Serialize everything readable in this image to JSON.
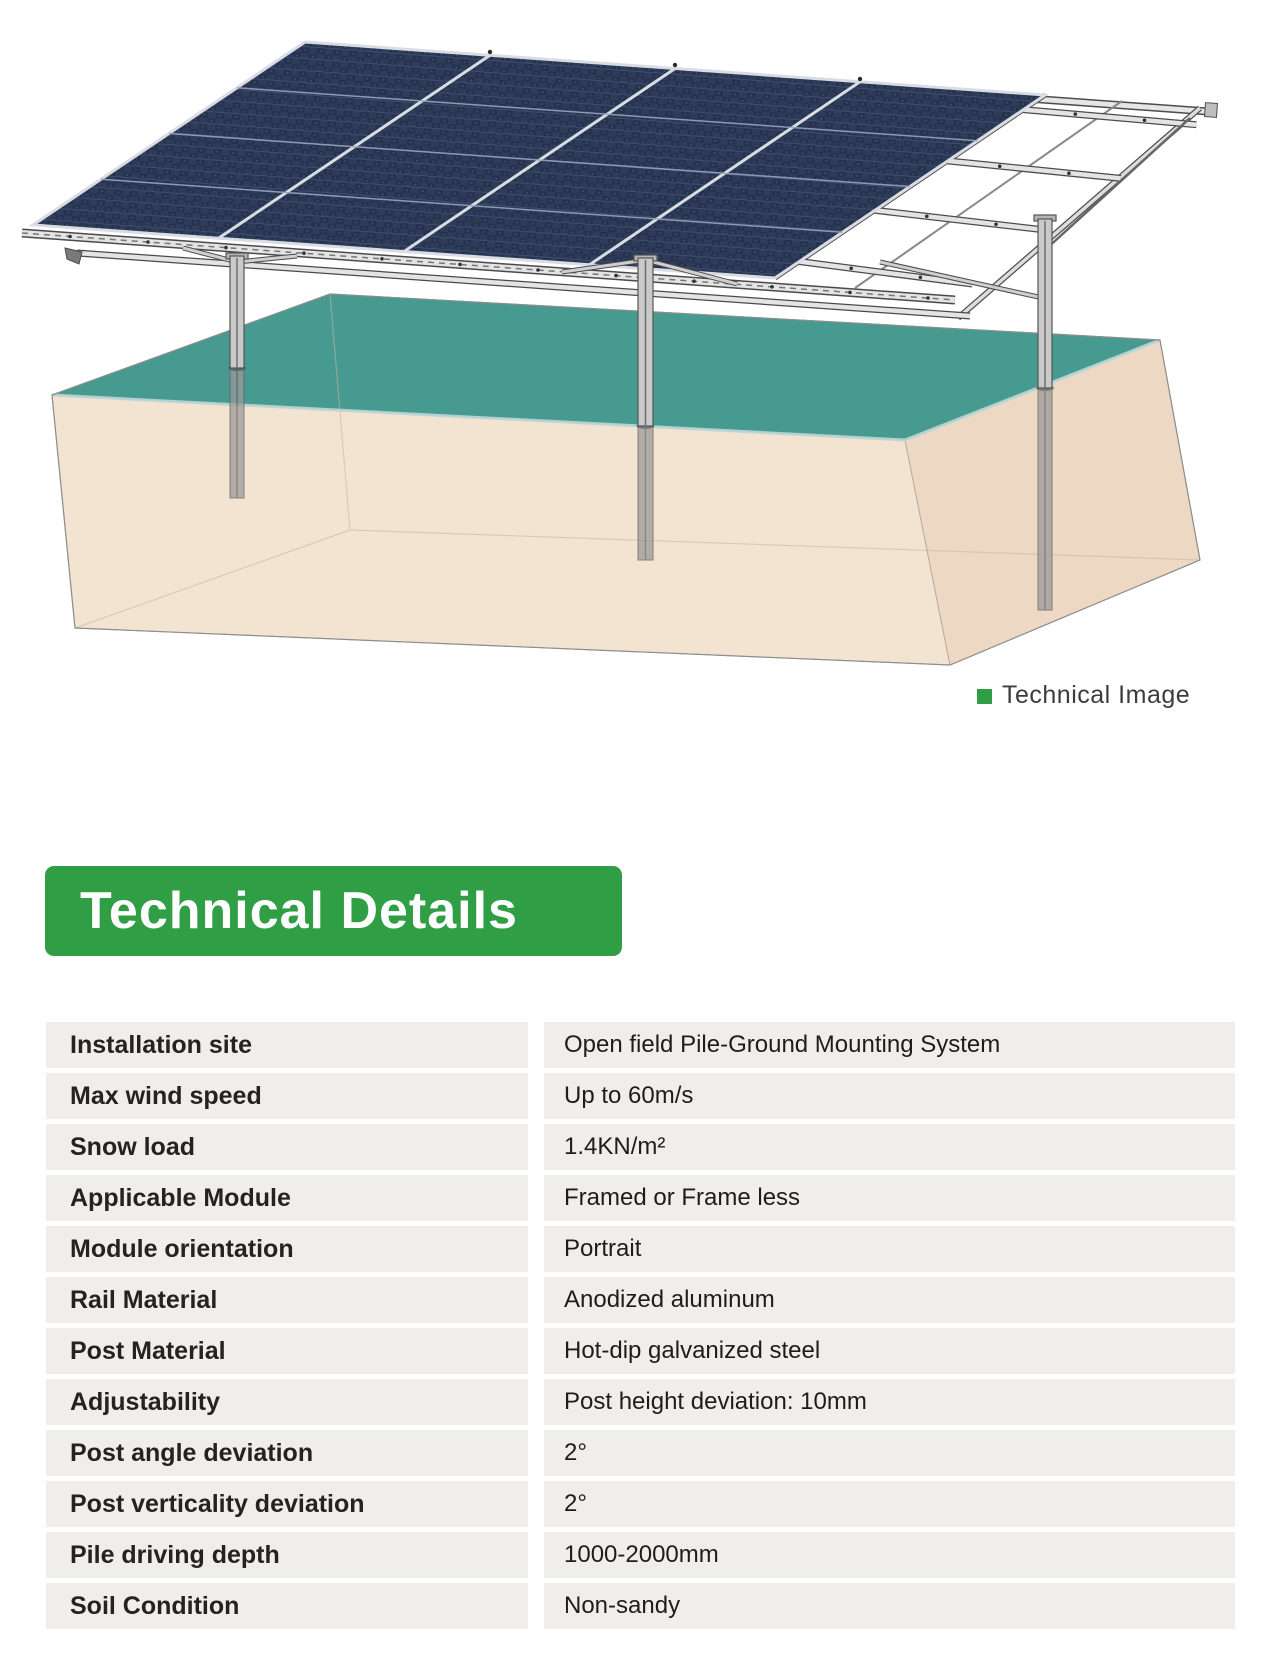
{
  "colors": {
    "accent-green": "#2f9e44",
    "ground-teal": "#479a90",
    "soil-front": "#f3e4d2",
    "soil-side": "#edd9c3",
    "panel-navy": "#2e3b59",
    "row-bg": "#efeeec"
  },
  "figure": {
    "caption": "Technical Image"
  },
  "banner": {
    "title": "Technical Details"
  },
  "table": {
    "rows": [
      {
        "label": "Installation site",
        "value": "Open field Pile-Ground Mounting System"
      },
      {
        "label": "Max wind speed",
        "value": "Up to 60m/s"
      },
      {
        "label": "Snow load",
        "value": "1.4KN/m²"
      },
      {
        "label": "Applicable Module",
        "value": "Framed or Frame less"
      },
      {
        "label": "Module orientation",
        "value": "Portrait"
      },
      {
        "label": "Rail Material",
        "value": "Anodized aluminum"
      },
      {
        "label": "Post Material",
        "value": "Hot-dip galvanized steel"
      },
      {
        "label": "Adjustability",
        "value": "Post height deviation: 10mm"
      },
      {
        "label": "Post angle deviation",
        "value": "2°"
      },
      {
        "label": "Post verticality deviation",
        "value": "2°"
      },
      {
        "label": "Pile driving depth",
        "value": "1000-2000mm"
      },
      {
        "label": "Soil Condition",
        "value": "Non-sandy"
      }
    ]
  }
}
